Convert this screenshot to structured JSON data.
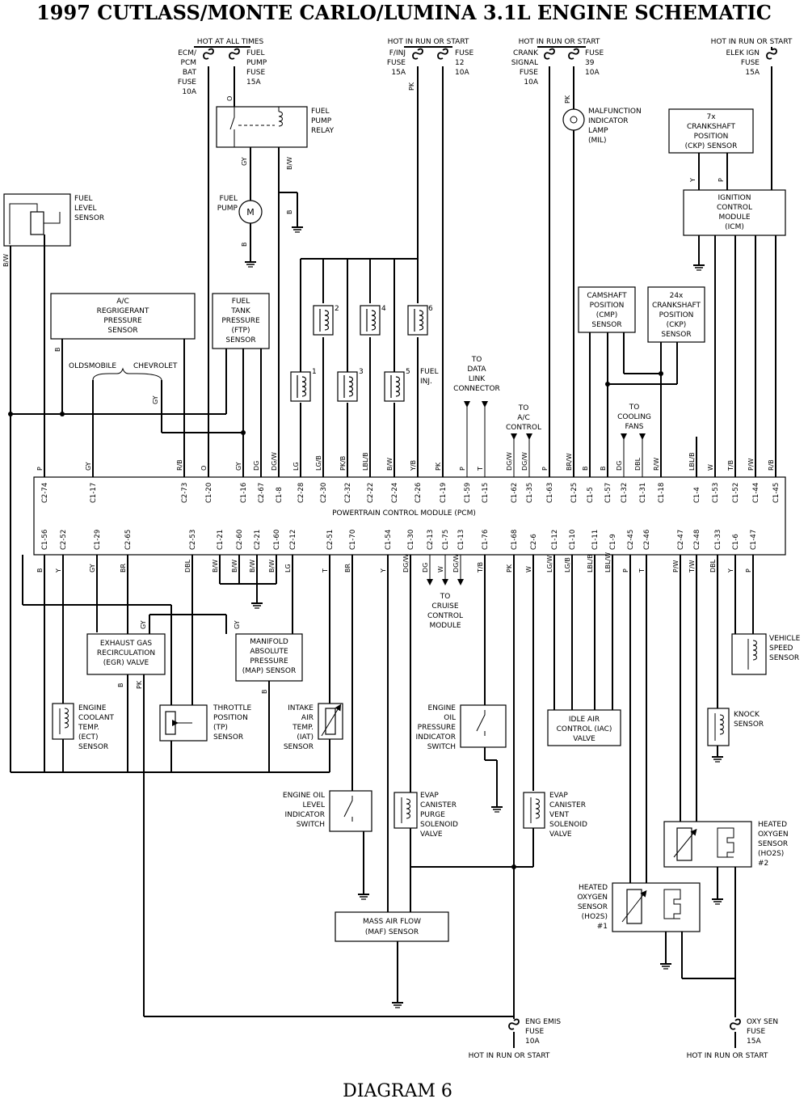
{
  "title": "1997 CUTLASS/MONTE CARLO/LUMINA 3.1L ENGINE SCHEMATIC",
  "footer": "DIAGRAM 6",
  "pcm_label": "POWERTRAIN CONTROL MODULE (PCM)",
  "power": {
    "hot_always": "HOT AT ALL TIMES",
    "hot_run_start_1": "HOT IN RUN OR START",
    "hot_run_start_2": "HOT IN RUN OR START",
    "hot_run_start_3": "HOT IN RUN OR START",
    "hot_run_start_4": "HOT IN RUN OR START",
    "hot_run_start_5": "HOT IN RUN OR START"
  },
  "fuses": {
    "ecm_bat": [
      "ECM/",
      "PCM",
      "BAT",
      "FUSE",
      "10A"
    ],
    "fuel_pump": [
      "FUEL",
      "PUMP",
      "FUSE",
      "15A"
    ],
    "finj": [
      "F/INJ",
      "FUSE",
      "15A"
    ],
    "f12": [
      "FUSE",
      "12",
      "10A"
    ],
    "crank": [
      "CRANK",
      "SIGNAL",
      "FUSE",
      "10A"
    ],
    "f39": [
      "FUSE",
      "39",
      "10A"
    ],
    "elek": [
      "ELEK IGN",
      "FUSE",
      "15A"
    ],
    "eng_emis": [
      "ENG EMIS",
      "FUSE",
      "10A"
    ],
    "oxy": [
      "OXY SEN",
      "FUSE",
      "15A"
    ]
  },
  "components": {
    "fuel_pump_relay": [
      "FUEL",
      "PUMP",
      "RELAY"
    ],
    "fuel_pump": [
      "FUEL",
      "PUMP"
    ],
    "fuel_level": [
      "FUEL",
      "LEVEL",
      "SENSOR"
    ],
    "ac_sensor": [
      "A/C",
      "REGRIGERANT",
      "PRESSURE",
      "SENSOR"
    ],
    "ftp": [
      "FUEL",
      "TANK",
      "PRESSURE",
      "(FTP)",
      "SENSOR"
    ],
    "mil": [
      "MALFUNCTION",
      "INDICATOR",
      "LAMP",
      "(MIL)"
    ],
    "ckp7": [
      "7x",
      "CRANKSHAFT",
      "POSITION",
      "(CKP) SENSOR"
    ],
    "icm": [
      "IGNITION",
      "CONTROL",
      "MODULE",
      "(ICM)"
    ],
    "cmp": [
      "CAMSHAFT",
      "POSITION",
      "(CMP)",
      "SENSOR"
    ],
    "ckp24": [
      "24x",
      "CRANKSHAFT",
      "POSITION",
      "(CKP)",
      "SENSOR"
    ],
    "fuel_inj": [
      "FUEL",
      "INJ."
    ],
    "dlc": [
      "TO",
      "DATA",
      "LINK",
      "CONNECTOR"
    ],
    "ac_ctrl": [
      "TO",
      "A/C",
      "CONTROL"
    ],
    "fans": [
      "TO",
      "COOLING",
      "FANS"
    ],
    "cruise": [
      "TO",
      "CRUISE",
      "CONTROL",
      "MODULE"
    ],
    "egr": [
      "EXHAUST GAS",
      "RECIRCULATION",
      "(EGR) VALVE"
    ],
    "map": [
      "MANIFOLD",
      "ABSOLUTE",
      "PRESSURE",
      "(MAP) SENSOR"
    ],
    "ect": [
      "ENGINE",
      "COOLANT",
      "TEMP.",
      "(ECT)",
      "SENSOR"
    ],
    "tp": [
      "THROTTLE",
      "POSITION",
      "(TP)",
      "SENSOR"
    ],
    "iat": [
      "INTAKE",
      "AIR",
      "TEMP.",
      "(IAT)",
      "SENSOR"
    ],
    "oil_press": [
      "ENGINE",
      "OIL",
      "PRESSURE",
      "INDICATOR",
      "SWITCH"
    ],
    "iac": [
      "IDLE AIR",
      "CONTROL (IAC)",
      "VALVE"
    ],
    "vss": [
      "VEHICLE",
      "SPEED",
      "SENSOR"
    ],
    "knock": [
      "KNOCK",
      "SENSOR"
    ],
    "oil_level": [
      "ENGINE OIL",
      "LEVEL",
      "INDICATOR",
      "SWITCH"
    ],
    "purge": [
      "EVAP",
      "CANISTER",
      "PURGE",
      "SOLENOID",
      "VALVE"
    ],
    "vent": [
      "EVAP",
      "CANISTER",
      "VENT",
      "SOLENOID",
      "VALVE"
    ],
    "ho2s2": [
      "HEATED",
      "OXYGEN",
      "SENSOR",
      "(HO2S)",
      "#2"
    ],
    "ho2s1": [
      "HEATED",
      "OXYGEN",
      "SENSOR",
      "(HO2S)",
      "#1"
    ],
    "maf": [
      "MASS AIR FLOW",
      "(MAF) SENSOR"
    ],
    "olds": "OLDSMOBILE",
    "chev": "CHEVROLET"
  },
  "top_pins": [
    {
      "pin": "C2-74",
      "wire": "P"
    },
    {
      "pin": "C1-17",
      "wire": "GY"
    },
    {
      "pin": "C2-73",
      "wire": "R/B"
    },
    {
      "pin": "C1-20",
      "wire": "O"
    },
    {
      "pin": "C1-16",
      "wire": "GY"
    },
    {
      "pin": "C2-67",
      "wire": "DG"
    },
    {
      "pin": "C1-8",
      "wire": "DG/W"
    },
    {
      "pin": "C2-28",
      "wire": "LG"
    },
    {
      "pin": "C2-30",
      "wire": "LG/B"
    },
    {
      "pin": "C2-32",
      "wire": "PK/B"
    },
    {
      "pin": "C2-22",
      "wire": "LBL/B"
    },
    {
      "pin": "C2-24",
      "wire": "B/W"
    },
    {
      "pin": "C2-26",
      "wire": "Y/B"
    },
    {
      "pin": "C1-19",
      "wire": "PK"
    },
    {
      "pin": "C1-59",
      "wire": "P"
    },
    {
      "pin": "C1-15",
      "wire": "T"
    },
    {
      "pin": "C1-62",
      "wire": "DG/W"
    },
    {
      "pin": "C1-35",
      "wire": "DG/W"
    },
    {
      "pin": "C1-63",
      "wire": "P"
    },
    {
      "pin": "C1-25",
      "wire": "BR/W"
    },
    {
      "pin": "C1-5",
      "wire": "B"
    },
    {
      "pin": "C1-57",
      "wire": "B"
    },
    {
      "pin": "C1-32",
      "wire": "DG"
    },
    {
      "pin": "C1-31",
      "wire": "DBL"
    },
    {
      "pin": "C1-18",
      "wire": "R/W"
    },
    {
      "pin": "C1-4",
      "wire": "LBL/B"
    },
    {
      "pin": "C1-53",
      "wire": "W"
    },
    {
      "pin": "C1-52",
      "wire": "T/B"
    },
    {
      "pin": "C1-44",
      "wire": "P/W"
    },
    {
      "pin": "C1-45",
      "wire": "R/B"
    }
  ],
  "bottom_pins": [
    {
      "pin": "C1-56",
      "wire": "B"
    },
    {
      "pin": "C2-52",
      "wire": "Y"
    },
    {
      "pin": "C1-29",
      "wire": "GY"
    },
    {
      "pin": "C2-65",
      "wire": "BR"
    },
    {
      "pin": "C2-53",
      "wire": "DBL"
    },
    {
      "pin": "C1-21",
      "wire": "B/W"
    },
    {
      "pin": "C2-60",
      "wire": "B/W"
    },
    {
      "pin": "C2-21",
      "wire": "B/W"
    },
    {
      "pin": "C1-60",
      "wire": "B/W"
    },
    {
      "pin": "C2-12",
      "wire": "LG"
    },
    {
      "pin": "C2-51",
      "wire": "T"
    },
    {
      "pin": "C1-70",
      "wire": "BR"
    },
    {
      "pin": "C1-54",
      "wire": "Y"
    },
    {
      "pin": "C1-30",
      "wire": "DG/W"
    },
    {
      "pin": "C2-13",
      "wire": "DG"
    },
    {
      "pin": "C1-75",
      "wire": "W"
    },
    {
      "pin": "C1-13",
      "wire": "DG/W"
    },
    {
      "pin": "C1-76",
      "wire": "T/B"
    },
    {
      "pin": "C1-68",
      "wire": "PK"
    },
    {
      "pin": "C2-6",
      "wire": "W"
    },
    {
      "pin": "C1-12",
      "wire": "LG/W"
    },
    {
      "pin": "C1-10",
      "wire": "LG/B"
    },
    {
      "pin": "C1-11",
      "wire": "LBL/B"
    },
    {
      "pin": "C1-9",
      "wire": "LBL/W"
    },
    {
      "pin": "C2-45",
      "wire": "P"
    },
    {
      "pin": "C2-46",
      "wire": "T"
    },
    {
      "pin": "C2-47",
      "wire": "P/W"
    },
    {
      "pin": "C2-48",
      "wire": "T/W"
    },
    {
      "pin": "C1-33",
      "wire": "DBL"
    },
    {
      "pin": "C1-6",
      "wire": "Y"
    },
    {
      "pin": "C1-47",
      "wire": "P"
    }
  ],
  "wire_labels": {
    "o": "O",
    "gy": "GY",
    "bw": "B/W",
    "b": "B",
    "pk": "PK",
    "y": "Y",
    "p": "P",
    "rw": "R/W",
    "dg": "DG",
    "t": "T",
    "lg": "LG",
    "br": "BR",
    "dbl": "DBL",
    "w": "W"
  },
  "injectors": [
    "1",
    "2",
    "3",
    "4",
    "5",
    "6"
  ],
  "icons": [
    "fuse-icon",
    "ground-icon",
    "motor-icon",
    "lamp-icon",
    "coil-icon",
    "switch-icon",
    "resistor-icon",
    "arrow-icon"
  ]
}
